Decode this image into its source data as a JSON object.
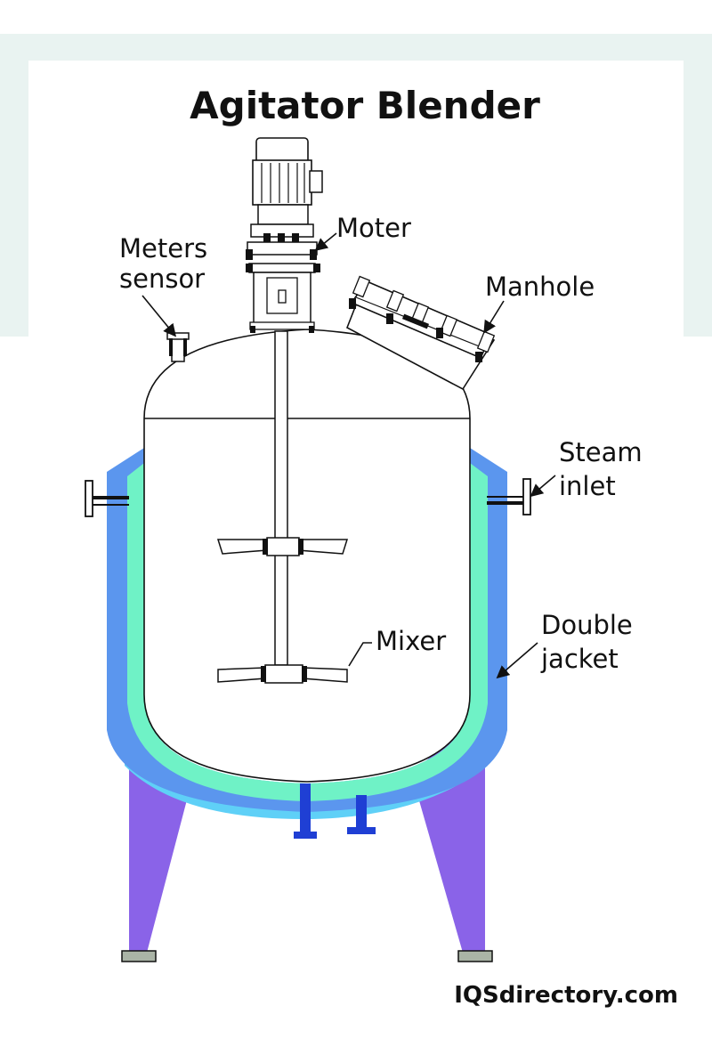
{
  "title": "Agitator Blender",
  "labels": {
    "motor": "Moter",
    "meters_line1": "Meters",
    "meters_line2": "sensor",
    "manhole": "Manhole",
    "steam_line1": "Steam",
    "steam_line2": "inlet",
    "mixer": "Mixer",
    "jacket_line1": "Double",
    "jacket_line2": "jacket"
  },
  "brand": "IQSdirectory.com",
  "colors": {
    "jacket_outer": "#5b96ee",
    "jacket_inner": "#6ff2c6",
    "legs": "#8a63e8",
    "bottom_band": "#5fd0f7",
    "outlet": "#1f3fd4",
    "outline": "#111111"
  }
}
